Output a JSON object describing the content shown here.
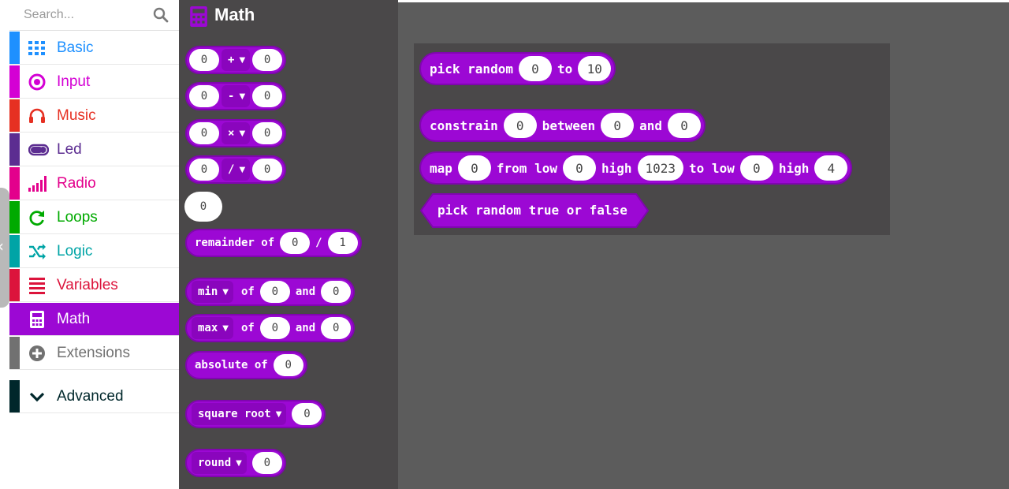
{
  "search": {
    "placeholder": "Search..."
  },
  "categories": [
    {
      "label": "Basic",
      "icon": "grid-icon",
      "color": "#1e90ff"
    },
    {
      "label": "Input",
      "icon": "target-icon",
      "color": "#d400d4"
    },
    {
      "label": "Music",
      "icon": "headphones-icon",
      "color": "#e63022"
    },
    {
      "label": "Led",
      "icon": "toggle-icon",
      "color": "#5c2d91"
    },
    {
      "label": "Radio",
      "icon": "signal-bars-icon",
      "color": "#e3008c"
    },
    {
      "label": "Loops",
      "icon": "refresh-icon",
      "color": "#00aa00"
    },
    {
      "label": "Logic",
      "icon": "shuffle-icon",
      "color": "#00a4a6"
    },
    {
      "label": "Variables",
      "icon": "list-icon",
      "color": "#dc143c"
    },
    {
      "label": "Math",
      "icon": "calculator-icon",
      "color": "#9400d3"
    },
    {
      "label": "Extensions",
      "icon": "plus-circle-icon",
      "color": "#717171"
    },
    {
      "label": "Advanced",
      "icon": "chevron-down-icon",
      "color": "#00272b"
    }
  ],
  "flyout": {
    "title": "Math",
    "blocks": {
      "add": {
        "a": "0",
        "op": "+",
        "b": "0"
      },
      "sub": {
        "a": "0",
        "op": "-",
        "b": "0"
      },
      "mul": {
        "a": "0",
        "op": "×",
        "b": "0"
      },
      "div": {
        "a": "0",
        "op": "/",
        "b": "0"
      },
      "number": "0",
      "remainder": {
        "label": "remainder of",
        "a": "0",
        "sep": "/",
        "b": "1"
      },
      "min": {
        "op": "min",
        "of": "of",
        "a": "0",
        "and": "and",
        "b": "0"
      },
      "max": {
        "op": "max",
        "of": "of",
        "a": "0",
        "and": "and",
        "b": "0"
      },
      "absolute": {
        "label": "absolute of",
        "a": "0"
      },
      "sqrt": {
        "op": "square root",
        "a": "0"
      },
      "round": {
        "op": "round",
        "a": "0"
      }
    }
  },
  "workspace": {
    "pick_random": {
      "label": "pick random",
      "from": "0",
      "to_label": "to",
      "to": "10"
    },
    "constrain": {
      "label": "constrain",
      "value": "0",
      "between": "between",
      "low": "0",
      "and": "and",
      "high": "0"
    },
    "map": {
      "label": "map",
      "value": "0",
      "from_low_label": "from low",
      "from_low": "0",
      "high_label": "high",
      "from_high": "1023",
      "to_low_label": "to low",
      "to_low": "0",
      "high2_label": "high",
      "to_high": "4"
    },
    "pick_bool": {
      "label": "pick random true or false"
    }
  }
}
